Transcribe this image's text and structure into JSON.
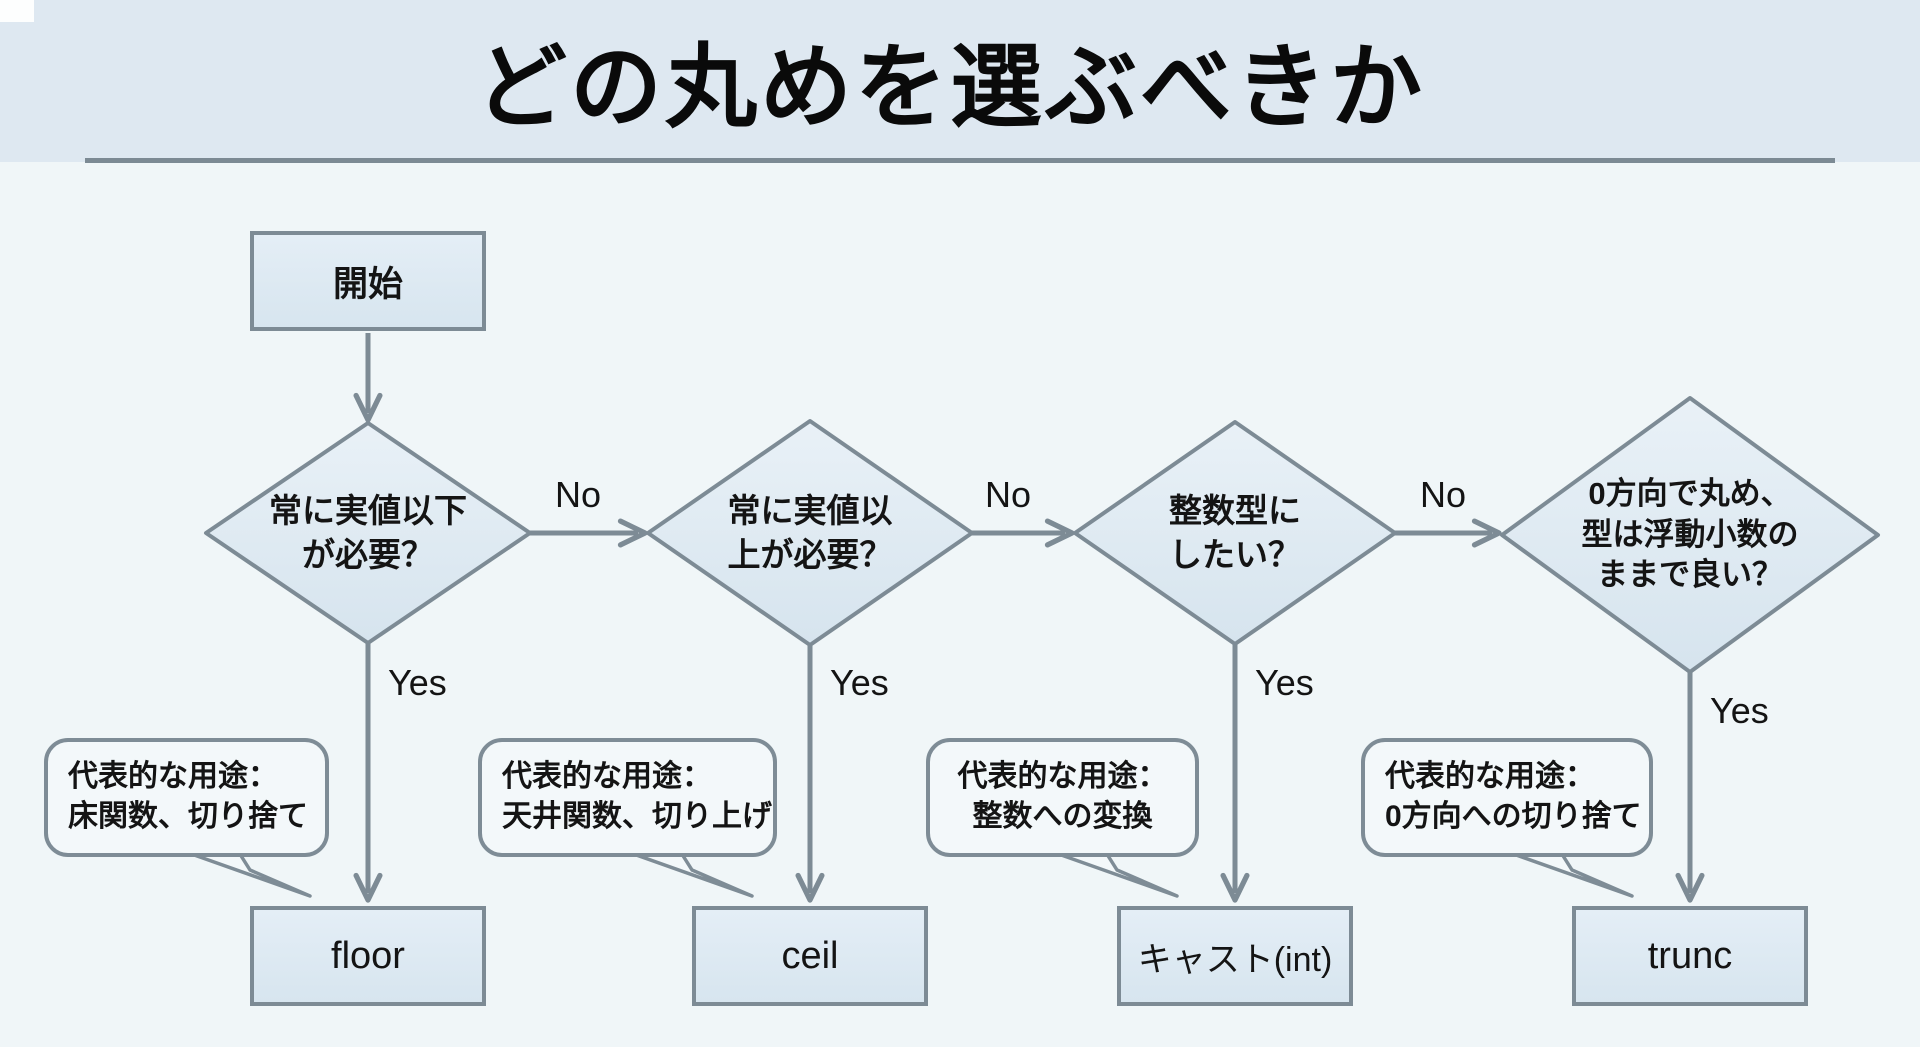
{
  "title": "どの丸めを選ぶべきか",
  "flowchart": {
    "start": {
      "label": "開始"
    },
    "decisions": [
      {
        "line1": "常に実値以下",
        "line2": "が必要？"
      },
      {
        "line1": "常に実値以",
        "line2": "上が必要？"
      },
      {
        "line1": "整数型に",
        "line2": "したい？"
      },
      {
        "line1": "0方向で丸め、",
        "line2": "型は浮動小数の",
        "line3": "ままで良い？"
      }
    ],
    "edge_labels": {
      "no": "No",
      "yes": "Yes"
    },
    "callouts": [
      {
        "line1": "代表的な用途：",
        "line2": "床関数、切り捨て"
      },
      {
        "line1": "代表的な用途：",
        "line2": "天井関数、切り上げ"
      },
      {
        "line1": "代表的な用途：",
        "line2": "整数への変換"
      },
      {
        "line1": "代表的な用途：",
        "line2": "0方向への切り捨て"
      }
    ],
    "results": [
      {
        "label": "floor"
      },
      {
        "label": "ceil"
      },
      {
        "label": "キャスト(int)"
      },
      {
        "label": "trunc"
      }
    ],
    "colors": {
      "header_bg": "#dee8f1",
      "body_bg": "#f0f6f8",
      "node_fill": "#dce8f1",
      "node_border": "#7d8b95",
      "callout_fill": "#f3f8fa",
      "text": "#141414"
    }
  }
}
